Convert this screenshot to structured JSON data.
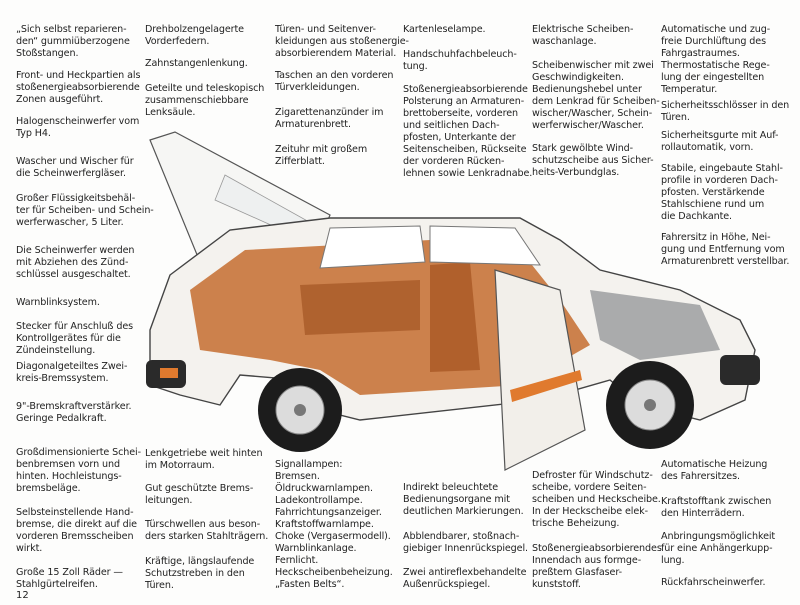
{
  "page_number": "12",
  "columns": [
    {
      "paragraphs": [
        "„Sich selbst reparieren-\nden“ gummiüberzogene\nStoßstangen.",
        "Front- und Heckpartien als\nstoßenergieabsorbierende\nZonen ausgeführt.",
        "Halogenscheinwerfer vom\nTyp H4.",
        "Wascher und Wischer für\ndie Scheinwerfergläser.",
        "Großer Flüssigkeitsbehäl-\nter für Scheiben- und Schein-\nwerferwascher, 5 Liter.",
        "Die Scheinwerfer werden\nmit Abziehen des Zünd-\nschlüssel ausgeschaltet.",
        "Warnblinksystem.",
        "Stecker für Anschluß des\nKontrollgerätes für die\nZündeinstellung.",
        "Diagonalgeteiltes Zwei-\nkreis-Bremssystem.",
        "9\"-Bremskraftverstärker.\nGeringe Pedalkraft.",
        "Großdimensionierte Schei-\nbenbremsen vorn und\nhinten. Hochleistungs-\nbremsbeläge.",
        "Selbsteinstellende Hand-\nbremse, die direkt auf die\nvorderen Bremsscheiben\nwirkt.",
        "Große 15 Zoll Räder —\nStahlgürtelreifen."
      ]
    },
    {
      "paragraphs": [
        "Drehbolzengelagerte\nVorderfedern.",
        "Zahnstangenlenkung.",
        "Geteilte und teleskopisch\nzusammenschiebbare\nLenksäule.",
        "Lenkgetriebe weit hinten\nim Motorraum.",
        "Gut geschützte Brems-\nleitungen.",
        "Türschwellen aus beson-\nders starken Stahlträgern.",
        "Kräftige, längslaufende\nSchutzstreben in den\nTüren."
      ]
    },
    {
      "paragraphs": [
        "Türen- und Seitenver-\nkleidungen aus stoßenergie-\nabsorbierendem Material.",
        "Taschen an den vorderen\nTürverkleidungen.",
        "Zigarettenanzünder im\nArmaturenbrett.",
        "Zeituhr mit großem\nZifferblatt.",
        "Signallampen:\nBremsen.\nÖldruckwarnlampen.\nLadekontrollampe.\nFahrrichtungsanzeiger.\nKraftstoffwarnlampe.\nChoke (Vergasermodell).\nWarnblinkanlage.\nFernlicht.\nHeckscheibenbeheizung.\n„Fasten Belts“."
      ]
    },
    {
      "paragraphs": [
        "Kartenleselampe.",
        "Handschuhfachbeleuch-\ntung.",
        "Stoßenergieabsorbierende\nPolsterung an Armaturen-\nbrettoberseite, vorderen\nund seitlichen Dach-\npfosten, Unterkante der\nSeitenscheiben, Rückseite\nder vorderen Rücken-\nlehnen sowie Lenkradnabe.",
        "Indirekt beleuchtete\nBedienungsorgane mit\ndeutlichen Markierungen.",
        "Abblendbarer, stoßnach-\ngiebiger Innenrückspiegel.",
        "Zwei antireflexbehandelte\nAußenrückspiegel."
      ]
    },
    {
      "paragraphs": [
        "Elektrische Scheiben-\nwaschanlage.",
        "Scheibenwischer mit zwei\nGeschwindigkeiten.\nBedienungshebel unter\ndem Lenkrad für Scheiben-\nwischer/Wascher, Schein-\nwerferwischer/Wascher.",
        "Stark gewölbte Wind-\nschutzscheibe aus Sicher-\nheits-Verbundglas.",
        "Defroster für Windschutz-\nscheibe, vordere Seiten-\nscheiben und Heckscheibe.\nIn der Heckscheibe elek-\ntrische Beheizung.",
        "Stoßenergieabsorbierendes\nInnendach aus formge-\npreßtem Glasfaser-\nkunststoff."
      ]
    },
    {
      "paragraphs": [
        "Automatische und zug-\nfreie Durchlüftung des\nFahrgastraumes.\nThermostatische Rege-\nlung der eingestellten\nTemperatur.",
        "Sicherheitsschlösser in den\nTüren.",
        "Sicherheitsgurte mit Auf-\nrollautomatik, vorn.",
        "Stabile, eingebaute Stahl-\nprofile in vorderen Dach-\npfosten. Verstärkende\nStahlschiene rund um\ndie Dachkante.",
        "Fahrersitz in Höhe, Nei-\ngung und Entfernung vom\nArmaturenbrett verstellbar.",
        "Automatische Heizung\ndes Fahrersitzes.",
        "Kraftstofftank zwischen\nden Hinterrädern.",
        "Anbringungsmöglichkeit\nfür eine Anhängerkupp-\nlung.",
        "Rückfahrscheinwerfer."
      ]
    }
  ],
  "colors": {
    "interior": "#c8743a",
    "body": "#f4f2ee",
    "tire": "#1c1c1c",
    "accent": "#e07a2e"
  }
}
